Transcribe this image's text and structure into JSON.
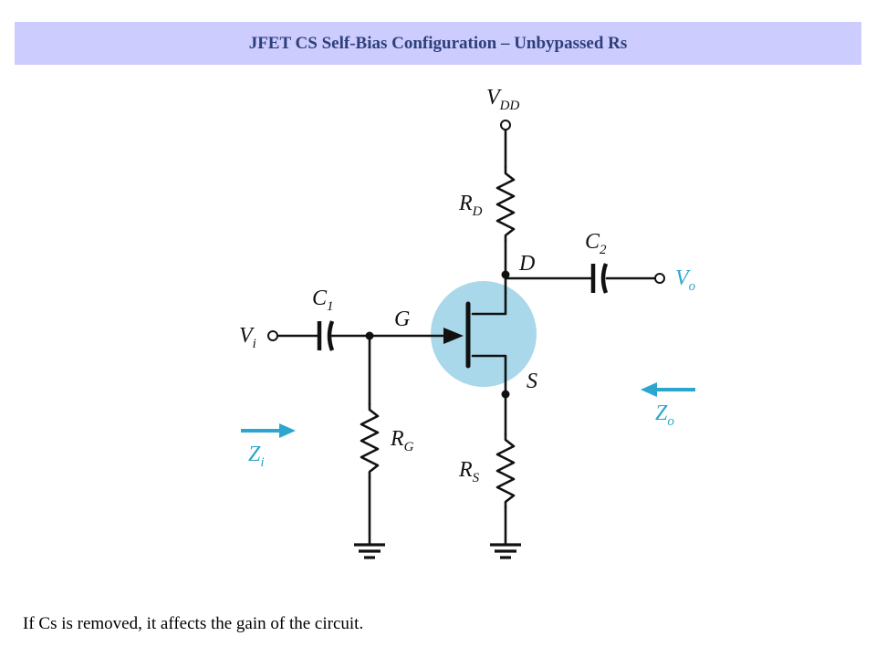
{
  "title": "JFET CS Self-Bias Configuration – Unbypassed Rs",
  "caption": "If Cs is removed, it affects the gain of the circuit.",
  "labels": {
    "vdd": {
      "main": "V",
      "sub": "DD"
    },
    "rd": {
      "main": "R",
      "sub": "D"
    },
    "c2": {
      "main": "C",
      "sub": "2"
    },
    "d": {
      "main": "D"
    },
    "vo": {
      "main": "V",
      "sub": "o"
    },
    "c1": {
      "main": "C",
      "sub": "1"
    },
    "g": {
      "main": "G"
    },
    "vi": {
      "main": "V",
      "sub": "i"
    },
    "s": {
      "main": "S"
    },
    "zo": {
      "main": "Z",
      "sub": "o"
    },
    "zi": {
      "main": "Z",
      "sub": "i"
    },
    "rg": {
      "main": "R",
      "sub": "G"
    },
    "rs": {
      "main": "R",
      "sub": "S"
    }
  },
  "colors": {
    "title_bar": "#ccccff",
    "title_text": "#2e3f7a",
    "transistor_highlight": "#a8d8ea",
    "impedance_arrow": "#2aa6cf",
    "wire": "#111111"
  }
}
